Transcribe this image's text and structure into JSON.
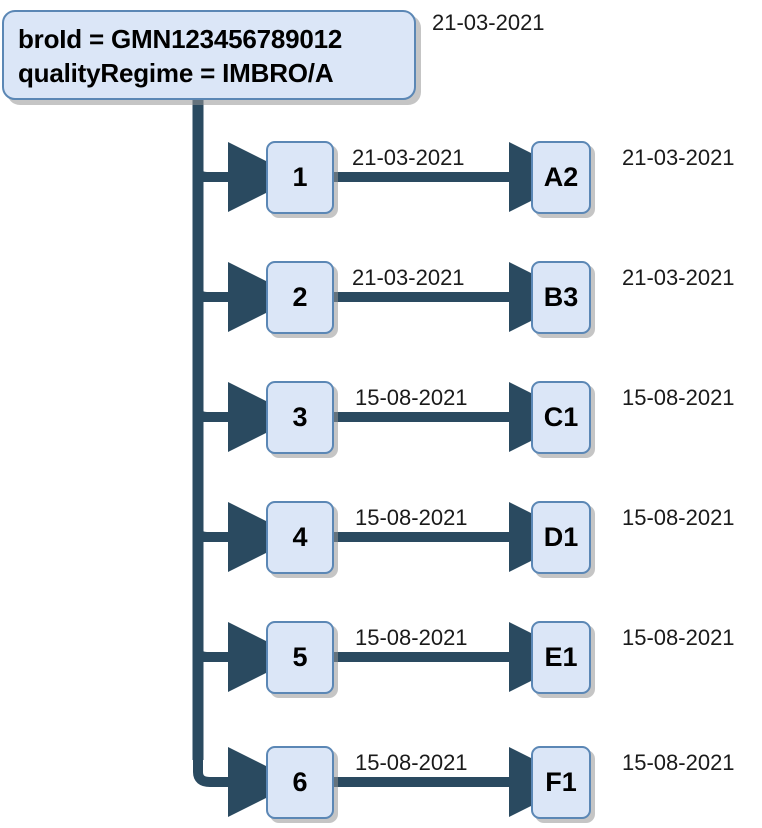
{
  "diagram": {
    "title_box": {
      "lines": [
        "broId = GMN123456789012",
        "qualityRegime = IMBRO/A"
      ]
    },
    "top_date": "21-03-2021",
    "colors": {
      "node_fill": "#dbe6f7",
      "node_border": "#5b87b5",
      "connector": "#2a4a60",
      "shadow": "#969696",
      "text": "#000000",
      "background": "#ffffff"
    },
    "rows": [
      {
        "sequence_label": "1",
        "event_label": "A2",
        "edge_date": "21-03-2021",
        "right_date": "21-03-2021"
      },
      {
        "sequence_label": "2",
        "event_label": "B3",
        "edge_date": "21-03-2021",
        "right_date": "21-03-2021"
      },
      {
        "sequence_label": "3",
        "event_label": "C1",
        "edge_date": "15-08-2021",
        "right_date": "15-08-2021"
      },
      {
        "sequence_label": "4",
        "event_label": "D1",
        "edge_date": "15-08-2021",
        "right_date": "15-08-2021"
      },
      {
        "sequence_label": "5",
        "event_label": "E1",
        "edge_date": "15-08-2021",
        "right_date": "15-08-2021"
      },
      {
        "sequence_label": "6",
        "event_label": "F1",
        "edge_date": "15-08-2021",
        "right_date": "15-08-2021"
      }
    ]
  }
}
